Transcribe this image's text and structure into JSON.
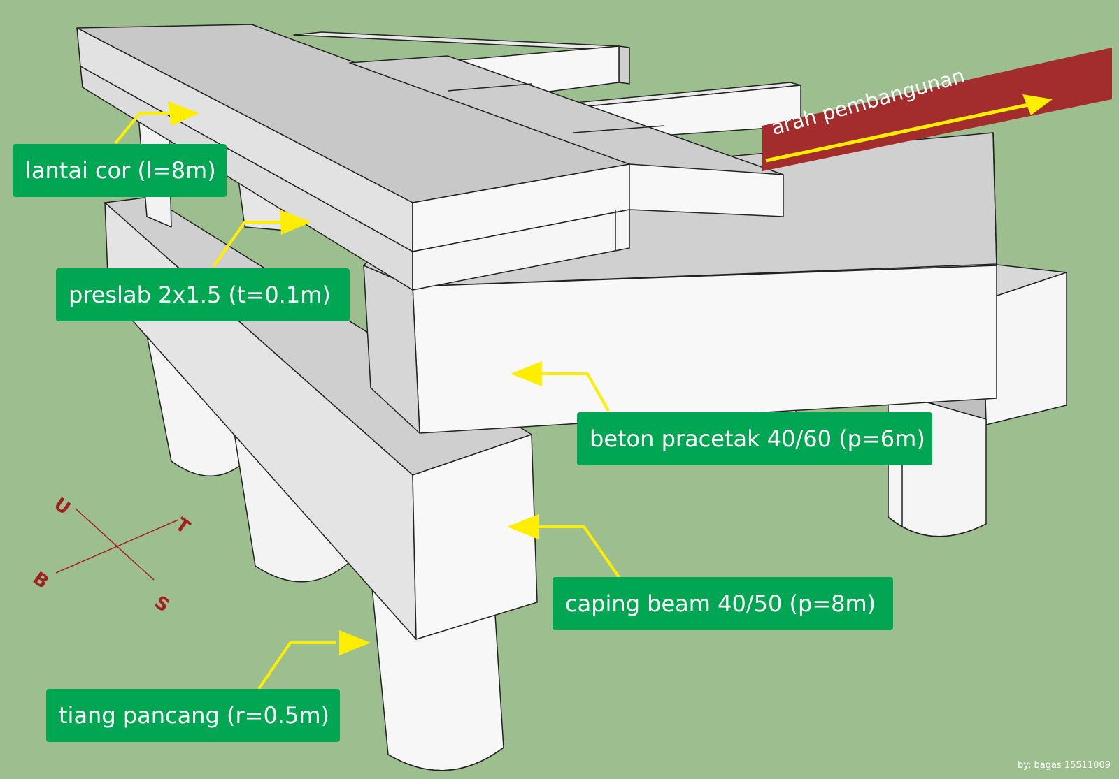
{
  "labels": {
    "lantai": "lantai cor (l=8m)",
    "preslab": "preslab 2x1.5 (t=0.1m)",
    "beton": "beton pracetak 40/60 (p=6m)",
    "caping": "caping beam 40/50 (p=8m)",
    "tiang": "tiang pancang (r=0.5m)"
  },
  "direction": {
    "text": "arah pembangunan"
  },
  "compass": {
    "u": "U",
    "t": "T",
    "b": "B",
    "s": "S"
  },
  "credit": "by: bagas 15511009",
  "colors": {
    "background": "#9dbf8f",
    "label_bg": "#00a651",
    "arrow": "#ffee00",
    "direction_band": "#a32d2d",
    "compass": "#a32020"
  }
}
